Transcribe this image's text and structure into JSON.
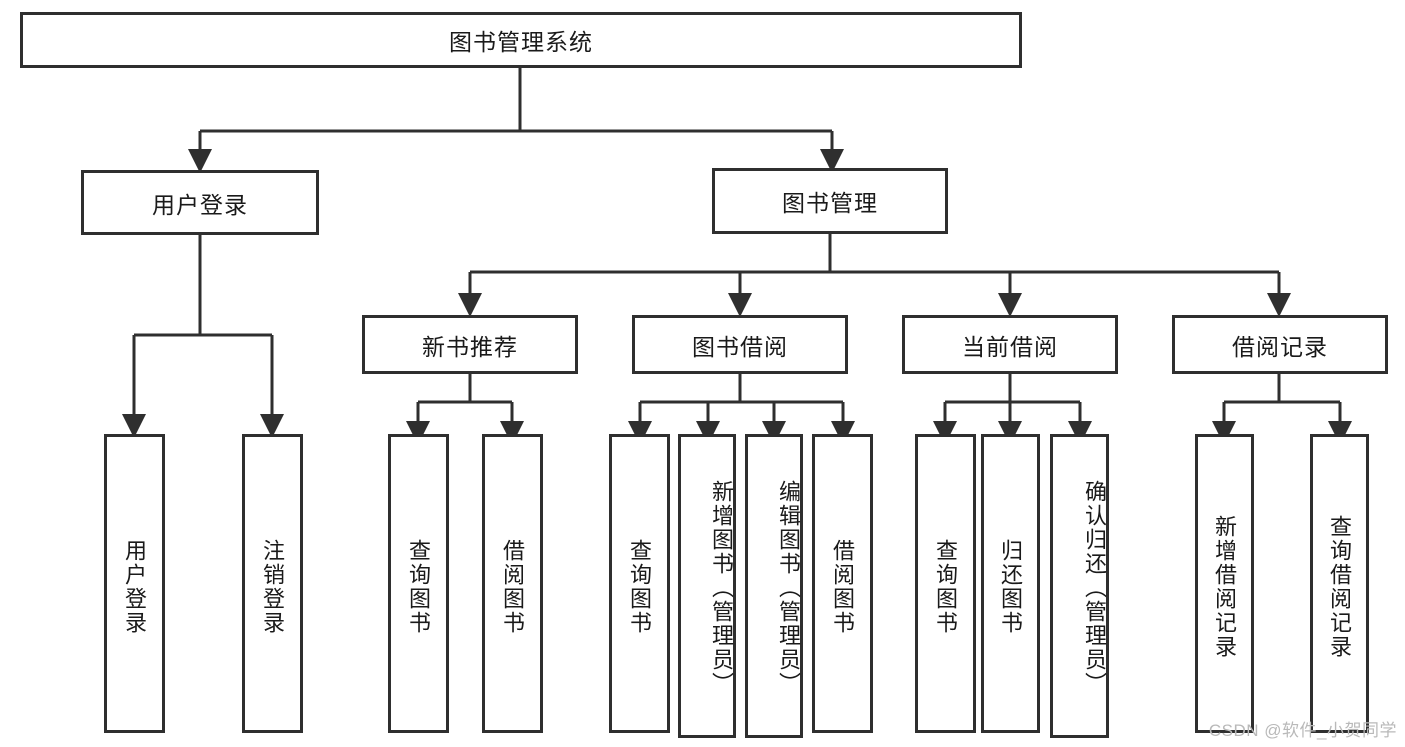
{
  "diagram": {
    "title": "图书管理系统",
    "type": "tree",
    "colors": {
      "stroke": "#2f2f2f",
      "fill": "#ffffff",
      "text": "#1a1a1a",
      "watermark": "#b9b9b9"
    },
    "root": {
      "label": "图书管理系统"
    },
    "level2": [
      {
        "label": "用户登录"
      },
      {
        "label": "图书管理"
      }
    ],
    "level3": [
      {
        "label": "新书推荐"
      },
      {
        "label": "图书借阅"
      },
      {
        "label": "当前借阅"
      },
      {
        "label": "借阅记录"
      }
    ],
    "leaves": {
      "user_login": [
        {
          "label": "用户登录"
        },
        {
          "label": "注销登录"
        }
      ],
      "new_book_recommend": [
        {
          "label": "查询图书"
        },
        {
          "label": "借阅图书"
        }
      ],
      "book_borrow": [
        {
          "label": "查询图书"
        },
        {
          "label": "新增图书（管理员）"
        },
        {
          "label": "编辑图书（管理员）"
        },
        {
          "label": "借阅图书"
        }
      ],
      "current_borrow": [
        {
          "label": "查询图书"
        },
        {
          "label": "归还图书"
        },
        {
          "label": "确认归还（管理员）"
        }
      ],
      "borrow_record": [
        {
          "label": "新增借阅记录"
        },
        {
          "label": "查询借阅记录"
        }
      ]
    },
    "watermark": "CSDN @软件_小贺同学"
  }
}
